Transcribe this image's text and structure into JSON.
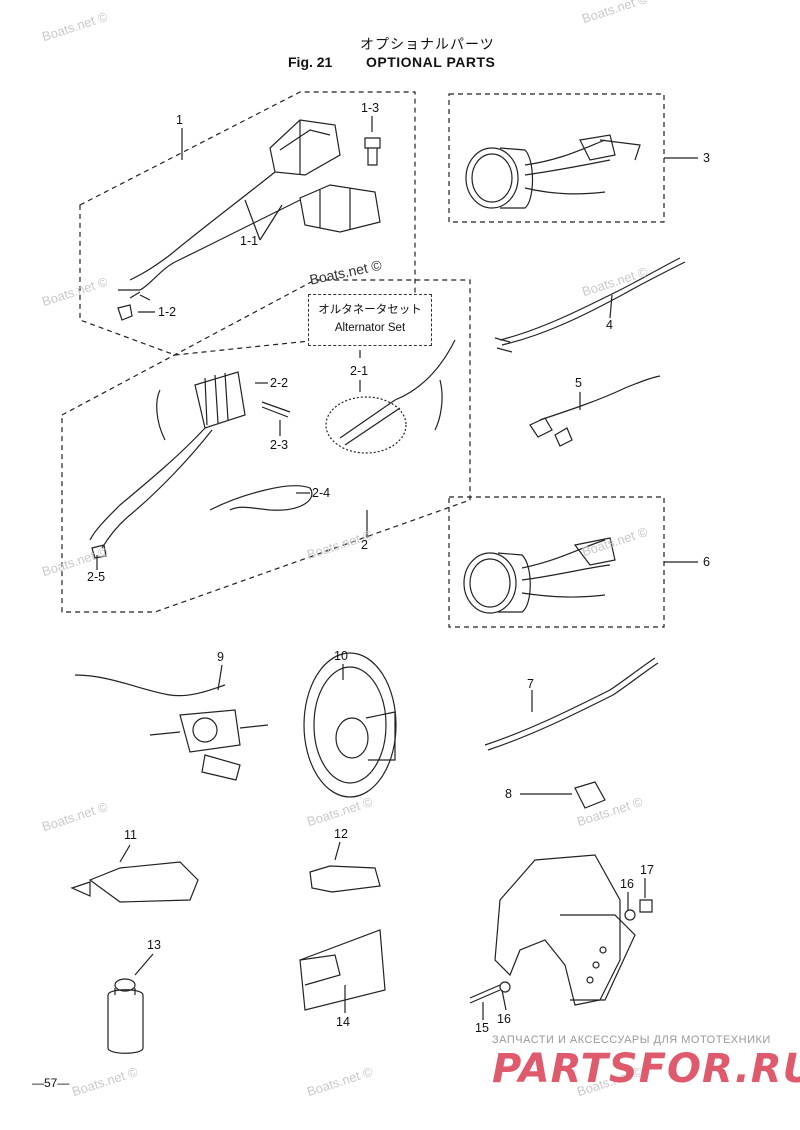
{
  "header": {
    "title_jp": "オプショナルパーツ",
    "fig_no": "Fig. 21",
    "fig_title": "OPTIONAL PARTS"
  },
  "alternator_box": {
    "jp": "オルタネータセット",
    "en": "Alternator Set"
  },
  "callouts": [
    "1",
    "1-1",
    "1-2",
    "1-3",
    "2",
    "2-1",
    "2-2",
    "2-3",
    "2-4",
    "2-5",
    "3",
    "4",
    "5",
    "6",
    "7",
    "8",
    "9",
    "10",
    "11",
    "12",
    "13",
    "14",
    "15",
    "16",
    "16",
    "17"
  ],
  "watermark": "Boats.net ©",
  "page_number": "—57—",
  "footer": {
    "tagline": "ЗАПЧАСТИ И АКСЕССУАРЫ ДЛЯ МОТОТЕХНИКИ",
    "logo": "PARTSFOR.RU",
    "logo_color": "#e05a6e"
  }
}
